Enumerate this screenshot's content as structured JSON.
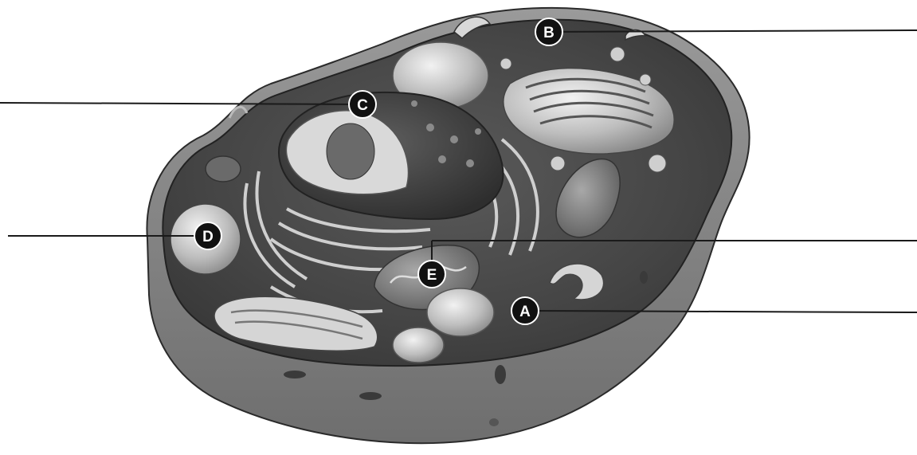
{
  "diagram": {
    "markers": [
      {
        "id": "A",
        "label": "A"
      },
      {
        "id": "B",
        "label": "B"
      },
      {
        "id": "C",
        "label": "C"
      },
      {
        "id": "D",
        "label": "D"
      },
      {
        "id": "E",
        "label": "E"
      }
    ],
    "colors": {
      "background": "#ffffff",
      "cytoplasm": "#4a4a4a",
      "membrane": "#7a7a7a",
      "organelle_light": "#c9c9c9",
      "organelle_mid": "#8e8e8e",
      "marker_fill": "#111111",
      "marker_text": "#ffffff",
      "leader_line": "#1a1a1a"
    }
  }
}
